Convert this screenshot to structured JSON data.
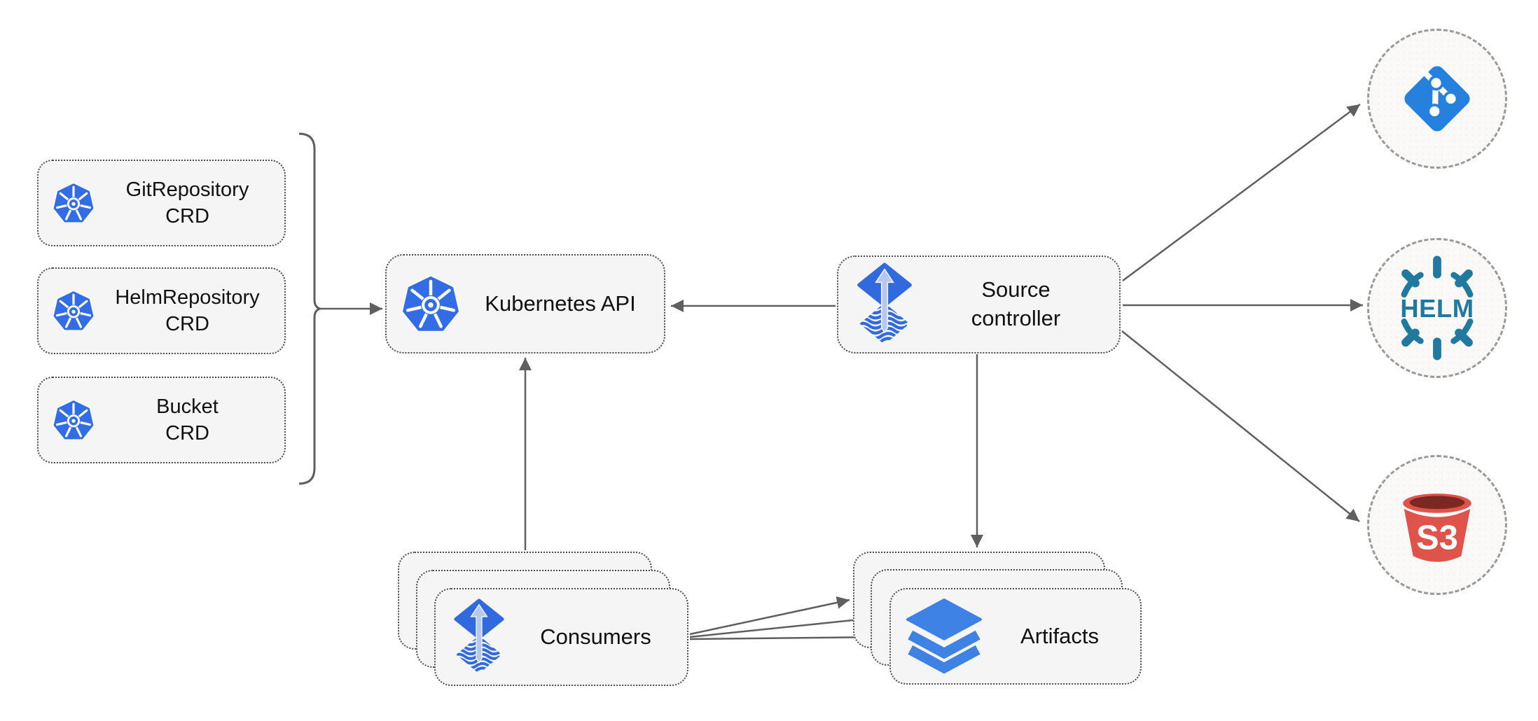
{
  "nodes": {
    "crd_boxes": [
      {
        "label": "GitRepository",
        "sublabel": "CRD"
      },
      {
        "label": "HelmRepository",
        "sublabel": "CRD"
      },
      {
        "label": "Bucket",
        "sublabel": "CRD"
      }
    ],
    "kubernetes_api": {
      "label": "Kubernetes API"
    },
    "source_controller": {
      "label_line1": "Source",
      "label_line2": "controller"
    },
    "consumers": {
      "label": "Consumers"
    },
    "artifacts": {
      "label": "Artifacts"
    },
    "helm_source": {
      "logo_text": "HELM"
    },
    "s3_source": {
      "logo_text": "S3"
    }
  },
  "icons": {
    "kubernetes": "kubernetes-wheel-icon",
    "flux": "flux-arrow-diamond-icon",
    "layers": "layers-icon",
    "git": "git-branch-diamond-icon",
    "helm": "helm-wheel-icon",
    "s3": "s3-bucket-icon"
  },
  "colors": {
    "kubernetes_blue": "#326de5",
    "flux_blue": "#3169de",
    "flux_arrow_light": "#b7c8f0",
    "layers_blue": "#3d82e4",
    "git_blue": "#2581dd",
    "helm_teal": "#20799e",
    "s3_red": "#e0534a",
    "s3_dark_red": "#7b2822",
    "edge_gray": "#5f5f5f",
    "node_fill": "#f5f5f5",
    "node_border": "#4c4c4c",
    "circle_border": "#9a9a9a",
    "circle_fill": "#faf9f7",
    "text_black": "#111111"
  }
}
